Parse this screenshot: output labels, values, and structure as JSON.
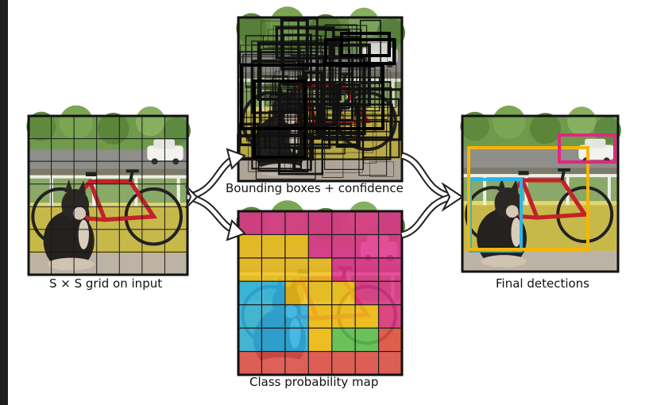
{
  "labels": {
    "input": "S × S grid on input",
    "bboxes": "Bounding boxes + confidence",
    "classmap": "Class probability map",
    "final": "Final detections"
  },
  "colors": {
    "class_magenta": "#e0338a",
    "class_yellow": "#f2bf1c",
    "class_cyan": "#2fb5e6",
    "class_green": "#5cc35a",
    "class_red": "#e2504a",
    "detect_dog": "#29b5e8",
    "detect_bicycle": "#f7b500",
    "detect_car": "#e3267f"
  },
  "grid_size": 7,
  "class_map": [
    [
      "magenta",
      "magenta",
      "magenta",
      "magenta",
      "magenta",
      "magenta",
      "magenta"
    ],
    [
      "yellow",
      "yellow",
      "yellow",
      "magenta",
      "magenta",
      "magenta",
      "magenta"
    ],
    [
      "yellow",
      "yellow",
      "yellow",
      "yellow",
      "magenta",
      "magenta",
      "magenta"
    ],
    [
      "cyan",
      "cyan",
      "yellow",
      "yellow",
      "yellow",
      "magenta",
      "magenta"
    ],
    [
      "cyan",
      "cyan",
      "cyan",
      "yellow",
      "yellow",
      "yellow",
      "magenta"
    ],
    [
      "cyan",
      "cyan",
      "cyan",
      "yellow",
      "green",
      "green",
      "red"
    ],
    [
      "red",
      "red",
      "red",
      "red",
      "red",
      "red",
      "red"
    ]
  ],
  "detections": [
    {
      "class": "dog",
      "color": "detect_dog"
    },
    {
      "class": "bicycle",
      "color": "detect_bicycle"
    },
    {
      "class": "car",
      "color": "detect_car"
    }
  ]
}
